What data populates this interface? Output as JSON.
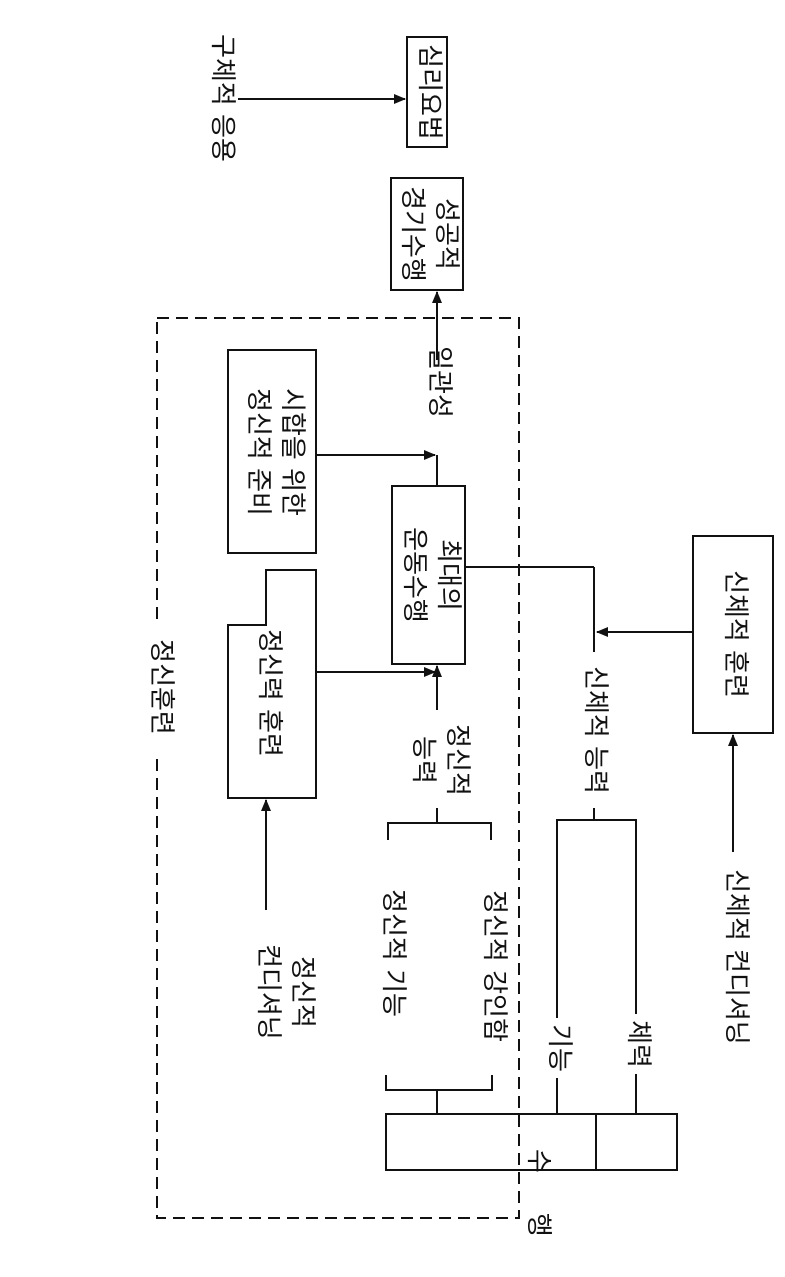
{
  "diagram": {
    "top": {
      "concrete_application": "구체적 응용",
      "psychotherapy": "심리요법",
      "successful_performance": [
        "성공적",
        "경기수행"
      ]
    },
    "mental_training": {
      "title": "정신훈련",
      "mental_conditioning": [
        "정신적",
        "컨디셔닝"
      ],
      "mental_power_training": "정신력 훈련",
      "competition_prep": [
        "시합을 위한",
        "정신적 준비"
      ],
      "max_performance": [
        "최대의",
        "운동수행"
      ],
      "consistency": "일관성",
      "mental_ability": [
        "정신적",
        "능력"
      ],
      "mental_skill": "정신적 기능",
      "mental_toughness": "정신적 강인함"
    },
    "physical": {
      "physical_ability": "신체적 능력",
      "skill": "기능",
      "fitness": "체력",
      "physical_training": "신체적 훈련",
      "physical_conditioning": "신체적 컨디셔닝"
    },
    "performance_label": "수행"
  }
}
